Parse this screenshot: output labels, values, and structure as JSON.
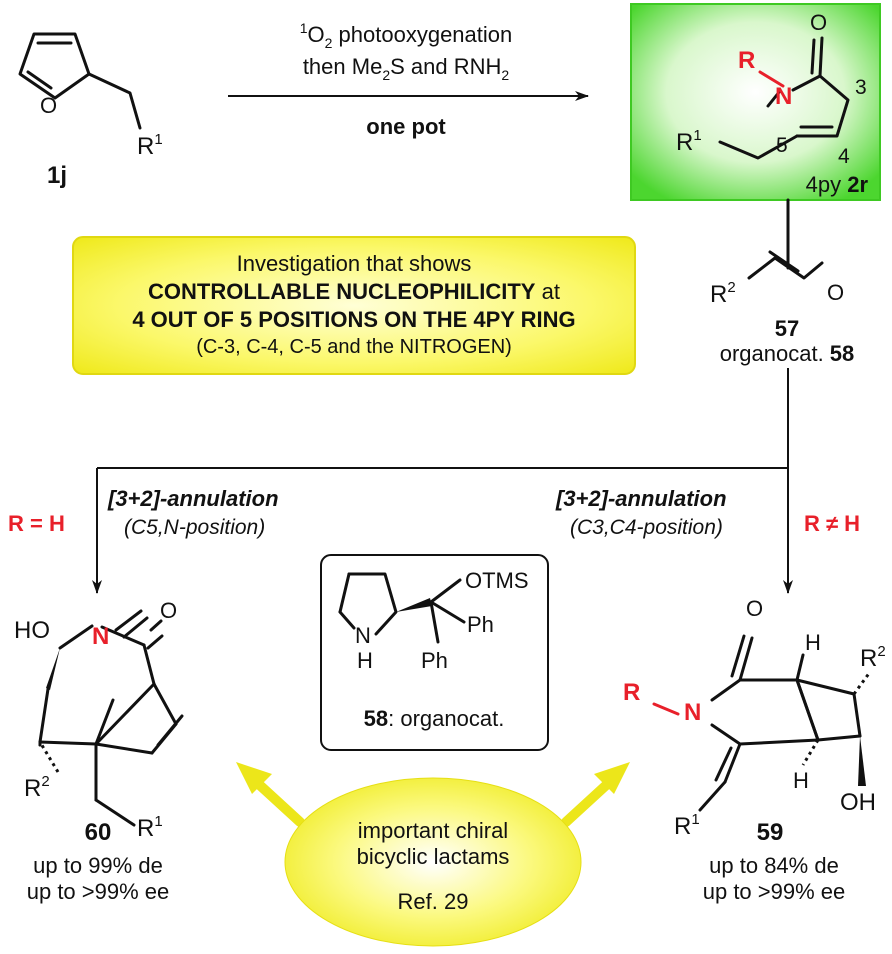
{
  "reaction": {
    "cond_top_pre": "1",
    "cond_top_main": "O",
    "cond_top_sub": "2",
    "cond_top_rest": " photooxygenation",
    "cond_mid_pre": "then Me",
    "cond_mid_sub": "2",
    "cond_mid_rest": "S and RNH",
    "cond_mid_sub2": "2",
    "cond_bottom": "one pot",
    "reagent_label": "57",
    "catalyst_pre": "organocat. ",
    "catalyst_num": "58"
  },
  "compounds": {
    "c1j": {
      "label": "1j",
      "r": "R",
      "r_sup": "1"
    },
    "c2r": {
      "prefix": "4py ",
      "label": "2r",
      "R": "R",
      "N": "N",
      "O": "O",
      "n3": "3",
      "n4": "4",
      "n5": "5",
      "r1": "R",
      "r1_sup": "1"
    },
    "c57": {
      "r": "R",
      "r_sup": "2",
      "O": "O"
    },
    "c60": {
      "label": "60",
      "HO": "HO",
      "N": "N",
      "O": "O",
      "r2": "R",
      "r2_sup": "2",
      "r1": "R",
      "r1_sup": "1",
      "de": "up to 99% de",
      "ee": "up to >99% ee"
    },
    "c59": {
      "label": "59",
      "R": "R",
      "N": "N",
      "O": "O",
      "H1": "H",
      "H2": "H",
      "r2": "R",
      "r2_sup": "2",
      "r1": "R",
      "r1_sup": "1",
      "OH": "OH",
      "de": "up to 84% de",
      "ee": "up to >99% ee"
    },
    "c58": {
      "N": "N",
      "H": "H",
      "OTMS": "OTMS",
      "Ph1": "Ph",
      "Ph2": "Ph",
      "label": "58",
      "caption": ": organocat."
    }
  },
  "highlight": {
    "line1": "Investigation that shows",
    "line2a": "CONTROLLABLE NUCLEOPHILICITY",
    "line2b": " at",
    "line3": "4 OUT OF 5 POSITIONS ON THE 4PY RING",
    "line4": "(C-3, C-4, C-5 and the NITROGEN)"
  },
  "branches": {
    "left_condition": "R = H",
    "left_annulation": "[3+2]-annulation",
    "left_position": "(C5,N-position)",
    "right_condition": "R ≠ H",
    "right_annulation": "[3+2]-annulation",
    "right_position": "(C3,C4-position)"
  },
  "ellipse": {
    "line1": "important chiral",
    "line2": "bicyclic lactams",
    "line3": "Ref. 29"
  },
  "colors": {
    "green_box": "#4cd62f",
    "yellow_box": "#f3f01a",
    "heteroatom_red": "#e8202a",
    "text": "#111111"
  }
}
